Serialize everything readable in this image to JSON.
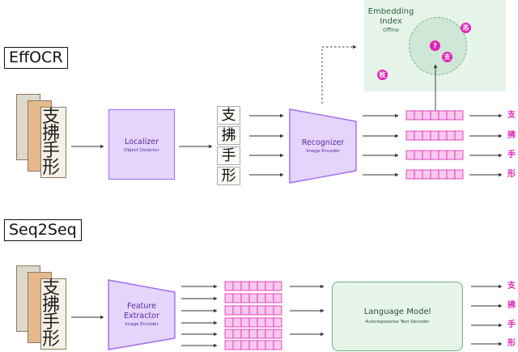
{
  "sections": {
    "effocr_label": "EffOCR",
    "seq2seq_label": "Seq2Seq"
  },
  "effocr": {
    "localizer": {
      "title": "Localizer",
      "subtitle": "Object Detector"
    },
    "recognizer": {
      "title": "Recognizer",
      "subtitle": "Image Encoder"
    },
    "embedding_index": {
      "title_line1": "Embedding",
      "title_line2": "Index",
      "subtitle": "Offline",
      "query": "?",
      "neighbors": [
        "忞",
        "支",
        "枝"
      ]
    },
    "outputs": [
      "支",
      "拂",
      "手",
      "形"
    ]
  },
  "seq2seq": {
    "feature_extractor": {
      "title_line1": "Feature",
      "title_line2": "Extractor",
      "subtitle": "Image Encoder"
    },
    "language_model": {
      "title": "Language Model",
      "subtitle": "Autoregressive Text Decoder"
    },
    "outputs": [
      "支",
      "拂",
      "手",
      "形"
    ]
  },
  "input_chars": [
    "支",
    "拂",
    "手",
    "形"
  ],
  "colors": {
    "purple_fill": "#e5d4fb",
    "purple_border": "#a56bef",
    "green_fill": "#e6f4ea",
    "magenta": "#e024b6"
  }
}
